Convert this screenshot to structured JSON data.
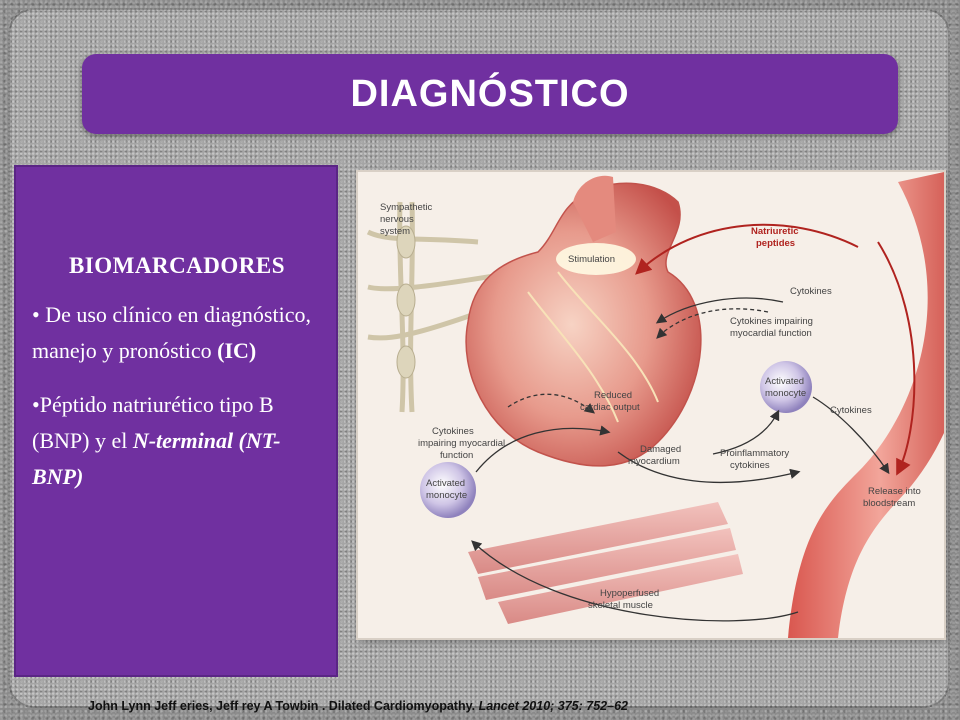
{
  "title": "DIAGNÓSTICO",
  "left_panel": {
    "heading": "BIOMARCADORES",
    "bullet1": {
      "prefix": "• De uso clínico en diagnóstico, manejo y pronóstico ",
      "bold": "(IC)"
    },
    "bullet2": {
      "prefix": "•Péptido natriurético tipo B (BNP) y el ",
      "italic": "N-terminal (NT-BNP)"
    }
  },
  "figure": {
    "labels": {
      "sympathetic1": "Sympathetic",
      "sympathetic2": "nervous",
      "sympathetic3": "system",
      "stimulation": "Stimulation",
      "natriuretic1": "Natriuretic",
      "natriuretic2": "peptides",
      "cytokines_top": "Cytokines",
      "cytokines_imp1": "Cytokines impairing",
      "cytokines_imp2": "myocardial function",
      "activated_r1": "Activated",
      "activated_r2": "monocyte",
      "cytokines_right": "Cytokines",
      "reduced1": "Reduced",
      "reduced2": "cardiac output",
      "cyto_left1": "Cytokines",
      "cyto_left2": "impairing myocardial",
      "cyto_left3": "function",
      "damaged1": "Damaged",
      "damaged2": "myocardium",
      "proinflam1": "Proinflammatory",
      "proinflam2": "cytokines",
      "activated_l1": "Activated",
      "activated_l2": "monocyte",
      "release1": "Release into",
      "release2": "bloodstream",
      "hypo1": "Hypoperfused",
      "hypo2": "skeletal muscle"
    }
  },
  "citation": {
    "prefix": "John Lynn Jeff eries, Jeff rey A Towbin . Dilated Cardiomyopathy. ",
    "journal": "Lancet 2010; 375: 752–62"
  },
  "colors": {
    "purple": "#7030a0",
    "red_arrow": "#b0231f"
  }
}
